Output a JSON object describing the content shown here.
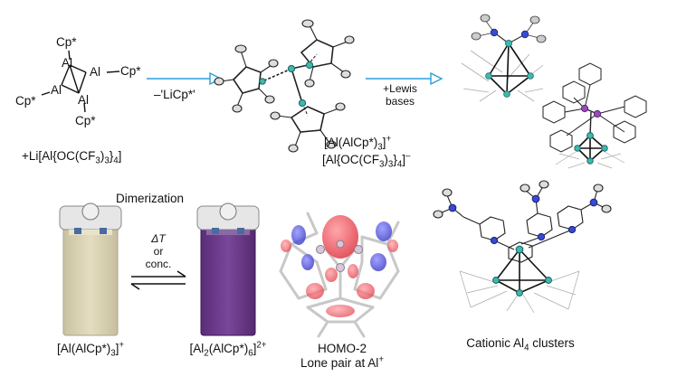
{
  "al4cp": {
    "cp_top": "Cp*",
    "al_top": "Al",
    "al_right": "Al",
    "cp_right": "Cp*",
    "al_left": "Al",
    "al_bottom": "Al",
    "cp_left": "Cp*",
    "cp_bottom": "Cp*"
  },
  "reagent": {
    "prefix": "+Li[Al{OC(CF",
    "sub3": "3",
    "mid": ")",
    "sub3b": "3",
    "mid2": "}",
    "sub4": "4",
    "suffix": "]"
  },
  "arrow1_label": "–'LiCp*'",
  "arrow2_label_line1": "+Lewis",
  "arrow2_label_line2": "bases",
  "cation_formula": {
    "main": "[Al(AlCp*)",
    "sub": "3",
    "end": "]",
    "sup": "+"
  },
  "anion_formula": {
    "main": "[Al{OC(CF",
    "sub": "3",
    "mid": ")",
    "sub2": "3",
    "mid2": "}",
    "sub3": "4",
    "end": "]",
    "sup": "–"
  },
  "dimerization_title": "Dimerization",
  "equilibrium": {
    "line1": "ΔT",
    "line2": "or",
    "line3": "conc."
  },
  "left_vial_label": {
    "main": "[Al(AlCp*)",
    "sub": "3",
    "end": "]",
    "sup": "+"
  },
  "right_vial_label": {
    "main": "[Al",
    "sub": "2",
    "mid": "(AlCp*)",
    "sub2": "6",
    "end": "]",
    "sup": "2+"
  },
  "homo_title": "HOMO-2",
  "homo_subtitle": "Lone pair at Al",
  "homo_subtitle_sup": "+",
  "cluster_caption": "Cationic Al",
  "cluster_caption_sub": "4",
  "cluster_caption_end": " clusters",
  "colors": {
    "arrow": "#2a9fd8",
    "vial_left": "#d9d2b2",
    "vial_right": "#6b3a8a",
    "orb_red": "#e8525a",
    "orb_blue": "#4a4ad8",
    "al_atom": "#3fb8b0",
    "n_atom": "#3a4ad0",
    "p_atom": "#9a4ab8"
  }
}
